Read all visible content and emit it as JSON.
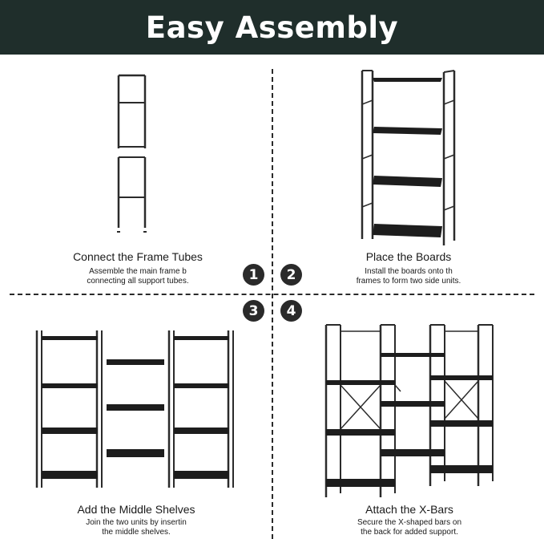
{
  "header": {
    "title": "Easy Assembly"
  },
  "steps": [
    {
      "number": "1",
      "title": "Connect the Frame Tubes",
      "desc_line1": "Assemble the main frame b",
      "desc_line2": "connecting all support tubes."
    },
    {
      "number": "2",
      "title": "Place the Boards",
      "desc_line1": "Install the boards onto th",
      "desc_line2": "frames to form two side units."
    },
    {
      "number": "3",
      "title": "Add the Middle Shelves",
      "desc_line1": "Join the two units by insertin",
      "desc_line2": "the middle shelves."
    },
    {
      "number": "4",
      "title": "Attach the X-Bars",
      "desc_line1": "Secure the X-shaped bars on",
      "desc_line2": "the back for added support."
    }
  ],
  "colors": {
    "header_bg": "#1f2e2b",
    "frame": "#2b2b2b",
    "board": "#1d1d1d"
  }
}
